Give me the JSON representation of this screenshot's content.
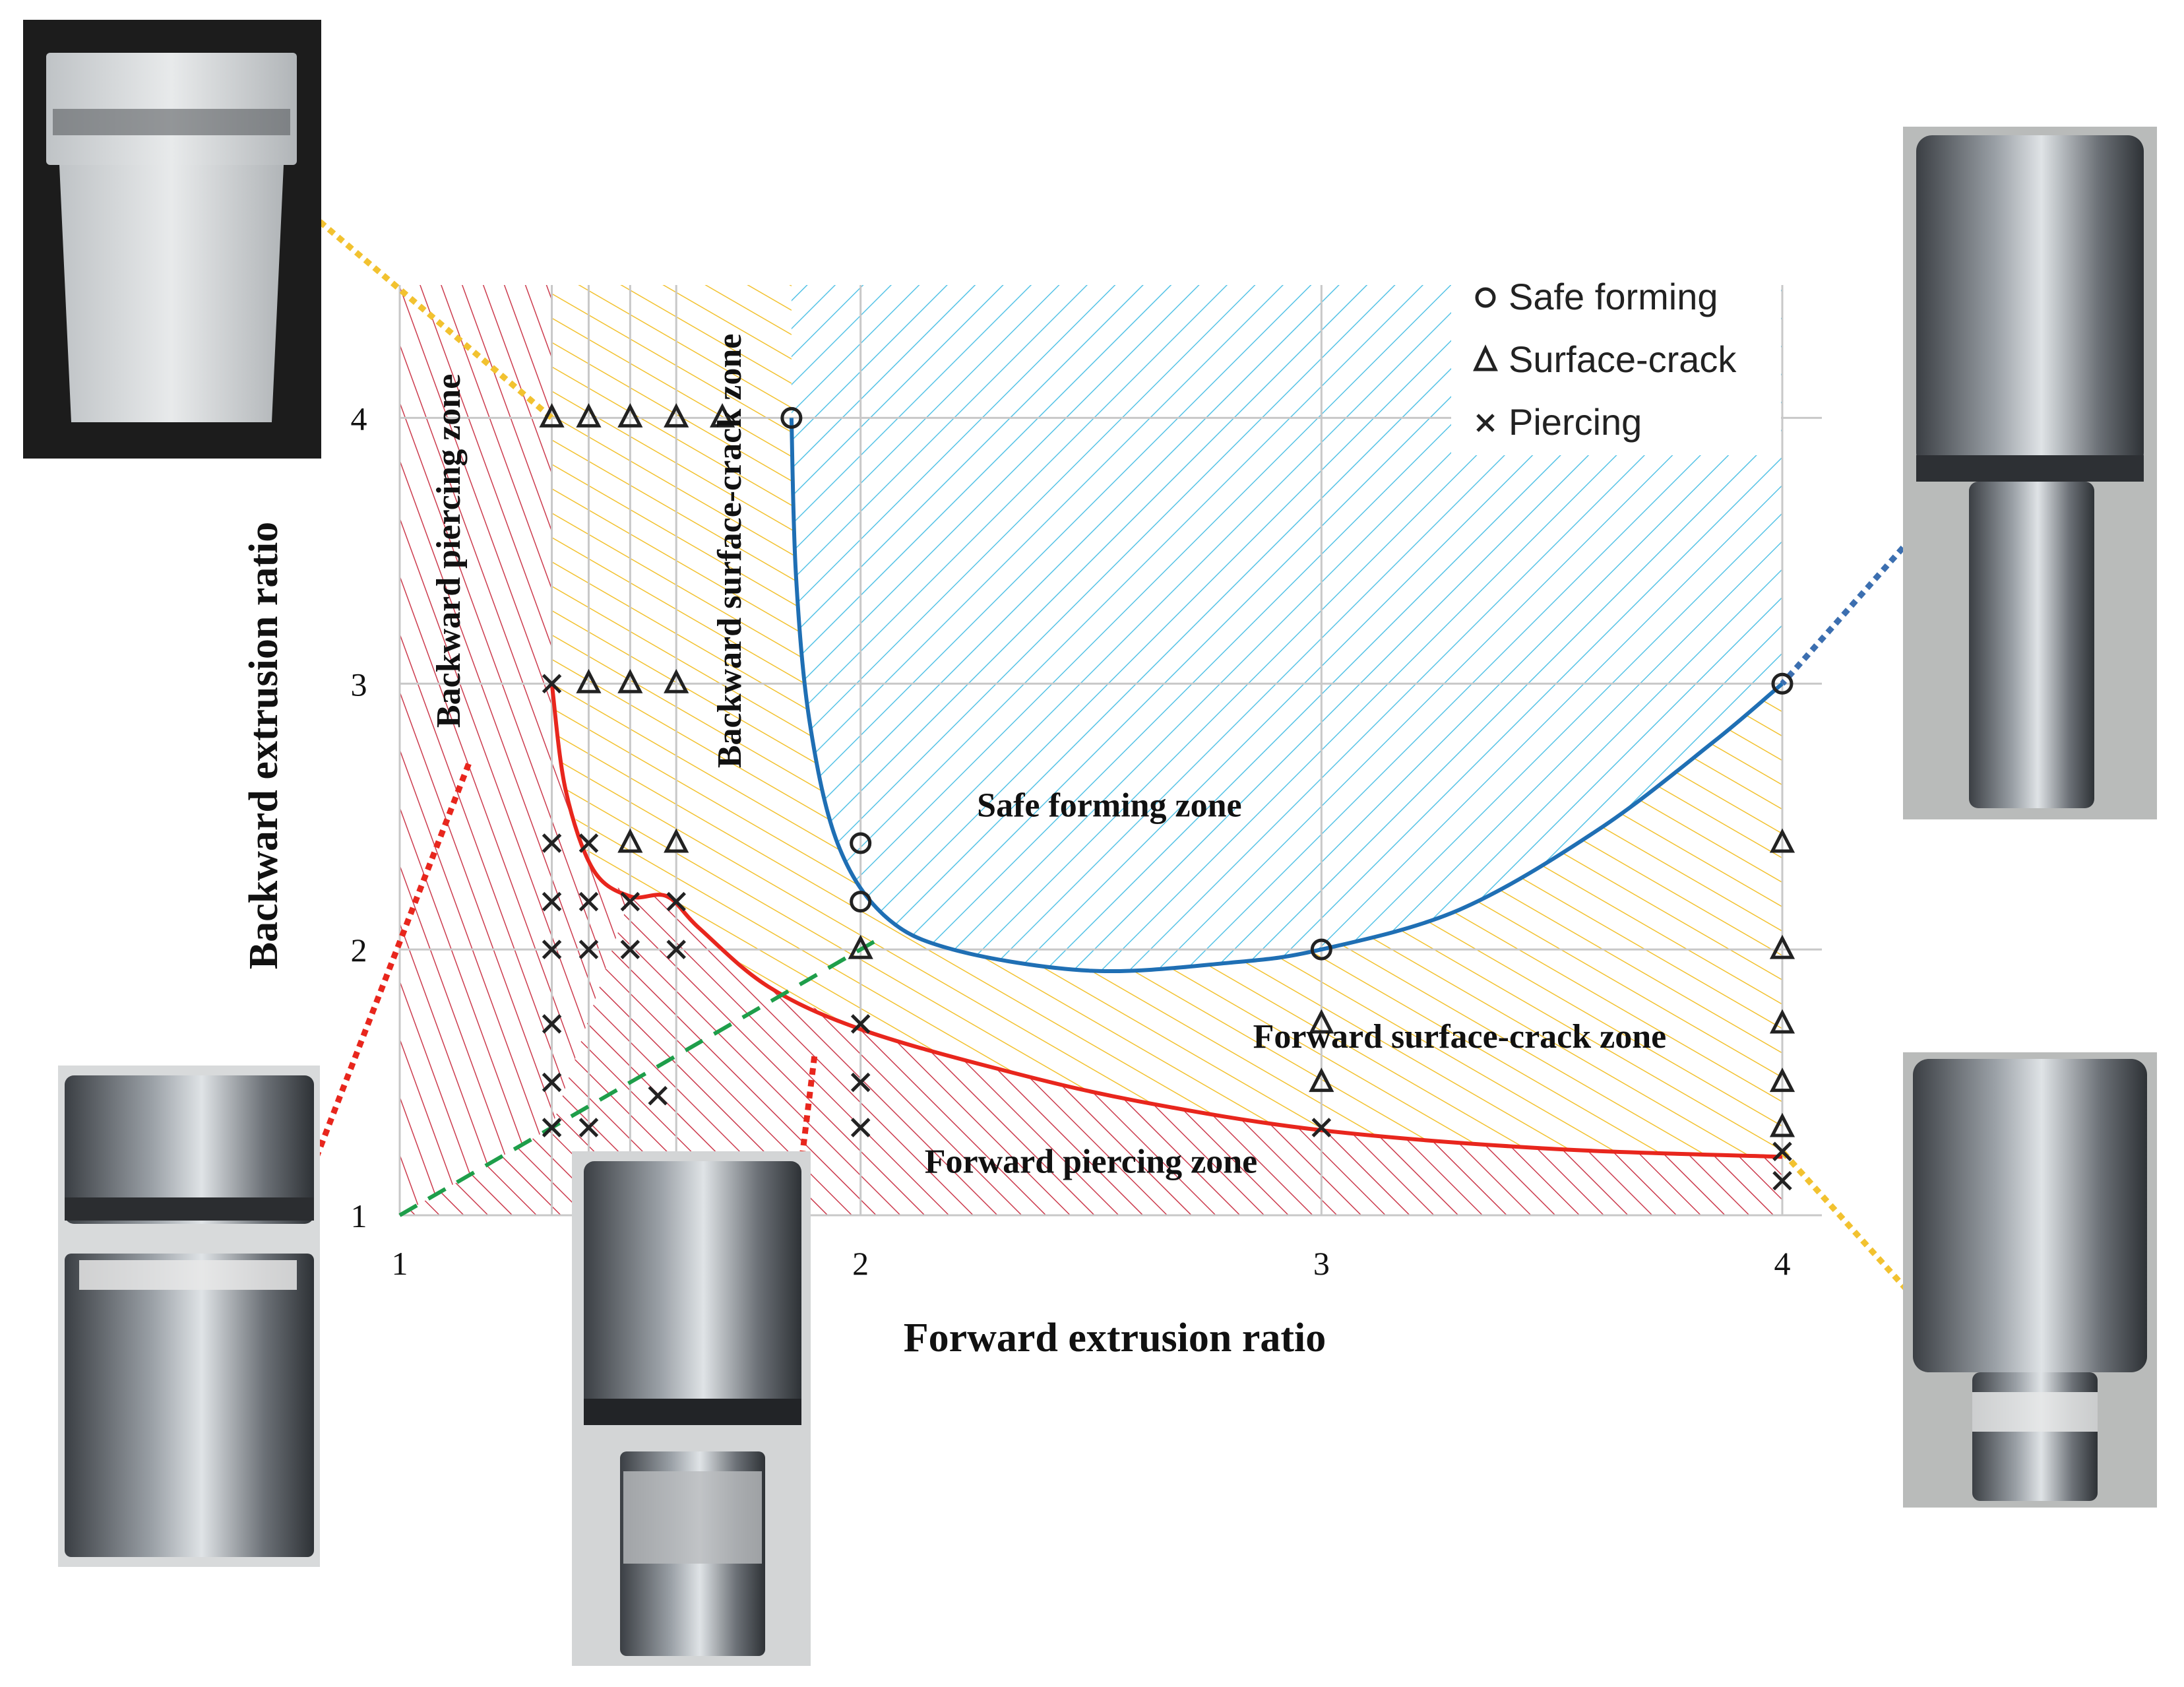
{
  "chart_data": {
    "type": "scatter",
    "xlabel": "Forward extrusion ratio",
    "ylabel": "Backward extrusion ratio",
    "xlim": [
      1,
      4
    ],
    "ylim": [
      1,
      4.5
    ],
    "xticks": [
      "1",
      "2",
      "3",
      "4"
    ],
    "yticks": [
      "1",
      "2",
      "3",
      "4"
    ],
    "grid": true,
    "legend_position": "top-right",
    "series": [
      {
        "name": "Safe forming",
        "marker": "circle",
        "points": [
          [
            1.85,
            4.0
          ],
          [
            2.0,
            2.4
          ],
          [
            2.0,
            2.18
          ],
          [
            3.0,
            2.0
          ],
          [
            4.0,
            3.0
          ]
        ]
      },
      {
        "name": "Surface-crack",
        "marker": "triangle",
        "points": [
          [
            1.33,
            4.0
          ],
          [
            1.41,
            4.0
          ],
          [
            1.5,
            4.0
          ],
          [
            1.6,
            4.0
          ],
          [
            1.7,
            4.0
          ],
          [
            1.41,
            3.0
          ],
          [
            1.5,
            3.0
          ],
          [
            1.6,
            3.0
          ],
          [
            1.5,
            2.4
          ],
          [
            1.6,
            2.4
          ],
          [
            2.0,
            2.0
          ],
          [
            3.0,
            1.72
          ],
          [
            3.0,
            1.5
          ],
          [
            4.0,
            2.4
          ],
          [
            4.0,
            2.0
          ],
          [
            4.0,
            1.72
          ],
          [
            4.0,
            1.5
          ],
          [
            4.0,
            1.33
          ]
        ]
      },
      {
        "name": "Piercing",
        "marker": "x",
        "points": [
          [
            1.33,
            3.0
          ],
          [
            1.33,
            2.4
          ],
          [
            1.41,
            2.4
          ],
          [
            1.33,
            2.18
          ],
          [
            1.41,
            2.18
          ],
          [
            1.5,
            2.18
          ],
          [
            1.6,
            2.18
          ],
          [
            1.33,
            2.0
          ],
          [
            1.41,
            2.0
          ],
          [
            1.5,
            2.0
          ],
          [
            1.6,
            2.0
          ],
          [
            1.33,
            1.72
          ],
          [
            1.33,
            1.5
          ],
          [
            1.33,
            1.33
          ],
          [
            1.41,
            1.33
          ],
          [
            1.56,
            1.45
          ],
          [
            2.0,
            1.72
          ],
          [
            2.0,
            1.5
          ],
          [
            2.0,
            1.33
          ],
          [
            3.0,
            1.33
          ],
          [
            4.0,
            1.24
          ],
          [
            4.0,
            1.13
          ]
        ]
      }
    ],
    "curves": [
      {
        "role": "safe-boundary",
        "color": "#1f6fb4",
        "points": [
          [
            1.85,
            4.0
          ],
          [
            1.86,
            3.4
          ],
          [
            1.89,
            2.85
          ],
          [
            1.95,
            2.4
          ],
          [
            2.05,
            2.13
          ],
          [
            2.2,
            2.0
          ],
          [
            2.5,
            1.92
          ],
          [
            2.8,
            1.95
          ],
          [
            3.0,
            2.0
          ],
          [
            3.3,
            2.15
          ],
          [
            3.6,
            2.45
          ],
          [
            3.85,
            2.78
          ],
          [
            4.0,
            3.0
          ]
        ]
      },
      {
        "role": "piercing-boundary",
        "color": "#e8261d",
        "points": [
          [
            1.33,
            3.0
          ],
          [
            1.36,
            2.6
          ],
          [
            1.42,
            2.3
          ],
          [
            1.5,
            2.2
          ],
          [
            1.58,
            2.2
          ],
          [
            1.65,
            2.08
          ],
          [
            1.8,
            1.86
          ],
          [
            2.0,
            1.7
          ],
          [
            2.3,
            1.55
          ],
          [
            2.6,
            1.43
          ],
          [
            3.0,
            1.32
          ],
          [
            3.5,
            1.25
          ],
          [
            4.0,
            1.22
          ]
        ]
      },
      {
        "role": "diagonal",
        "color": "#1e9e4a",
        "points": [
          [
            1.0,
            1.0
          ],
          [
            2.05,
            2.05
          ]
        ]
      }
    ],
    "zone_labels": [
      {
        "key": "backward_piercing",
        "text": "Backward piercing zone",
        "x": 1.13,
        "y": 3.5,
        "rotate": -90
      },
      {
        "key": "backward_crack",
        "text": "Backward surface-crack zone",
        "x": 1.74,
        "y": 3.5,
        "rotate": -90
      },
      {
        "key": "safe_zone",
        "text": "Safe forming zone",
        "x": 2.54,
        "y": 2.5
      },
      {
        "key": "forward_crack",
        "text": "Forward surface-crack zone",
        "x": 3.3,
        "y": 1.63
      },
      {
        "key": "forward_piercing",
        "text": "Forward piercing zone",
        "x": 2.5,
        "y": 1.16
      }
    ]
  },
  "colors": {
    "safe_hatch": "#56c3e6",
    "crack_hatch": "#f2c230",
    "pierce_hatch": "#cc3b4d",
    "grid": "#c8c8c8",
    "axis_text": "#111111",
    "leader_yellow": "#f2c230",
    "leader_red": "#e8261d",
    "leader_blue": "#3c6fb0"
  },
  "photos": [
    {
      "key": "photo-top-left",
      "depicts": "surface-crack specimen",
      "tone": "#9fa1a3"
    },
    {
      "key": "photo-bottom-left",
      "depicts": "backward piercing specimen",
      "tone": "#6e7275"
    },
    {
      "key": "photo-bottom-center",
      "depicts": "forward piercing specimen",
      "tone": "#6e7275"
    },
    {
      "key": "photo-right-top",
      "depicts": "safe formed specimen",
      "tone": "#7a7e81"
    },
    {
      "key": "photo-right-bottom",
      "depicts": "forward surface-crack specimen",
      "tone": "#6e7275"
    }
  ]
}
